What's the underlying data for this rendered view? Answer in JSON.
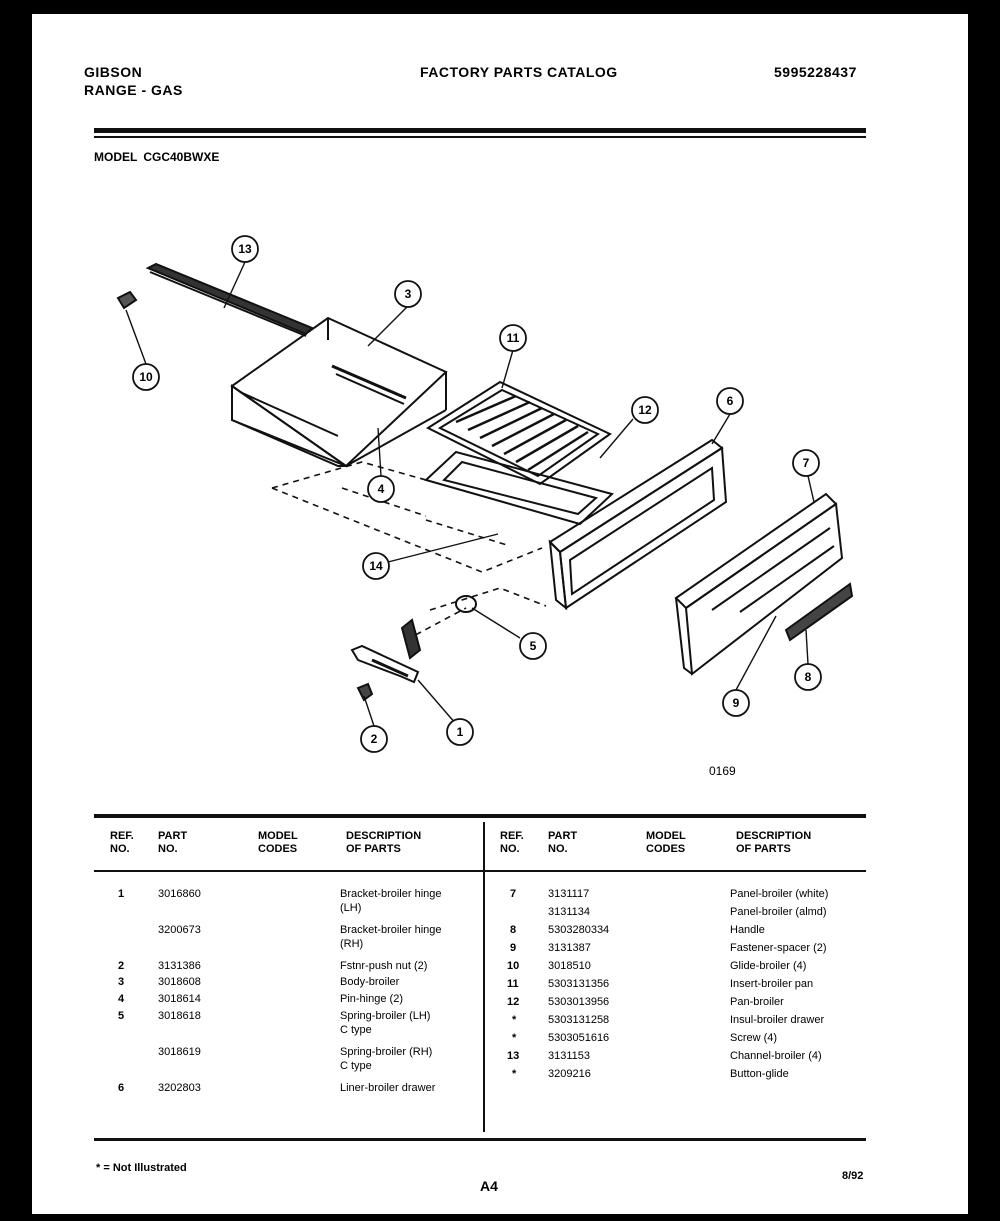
{
  "header": {
    "brand": "GIBSON",
    "product": "RANGE - GAS",
    "catalog_title": "FACTORY PARTS CATALOG",
    "catalog_number": "5995228437"
  },
  "model": {
    "label": "MODEL",
    "value": "CGC40BWXE"
  },
  "diagram": {
    "figure_code": "0169",
    "callouts": [
      "13",
      "3",
      "10",
      "11",
      "4",
      "12",
      "6",
      "7",
      "14",
      "5",
      "9",
      "8",
      "2",
      "1"
    ]
  },
  "table": {
    "headers": {
      "ref": [
        "REF.",
        "NO."
      ],
      "part": [
        "PART",
        "NO."
      ],
      "model": [
        "MODEL",
        "CODES"
      ],
      "desc": [
        "DESCRIPTION",
        "OF PARTS"
      ]
    },
    "left_rows": [
      {
        "ref": "1",
        "part": "3016860",
        "desc": [
          "Bracket-broiler hinge",
          "(LH)"
        ]
      },
      {
        "ref": "",
        "part": "3200673",
        "desc": [
          "Bracket-broiler hinge",
          "(RH)"
        ]
      },
      {
        "ref": "2",
        "part": "3131386",
        "desc": [
          "Fstnr-push nut (2)"
        ]
      },
      {
        "ref": "3",
        "part": "3018608",
        "desc": [
          "Body-broiler"
        ]
      },
      {
        "ref": "4",
        "part": "3018614",
        "desc": [
          "Pin-hinge (2)"
        ]
      },
      {
        "ref": "5",
        "part": "3018618",
        "desc": [
          "Spring-broiler (LH)",
          "C type"
        ]
      },
      {
        "ref": "",
        "part": "3018619",
        "desc": [
          "Spring-broiler (RH)",
          "C type"
        ]
      },
      {
        "ref": "6",
        "part": "3202803",
        "desc": [
          "Liner-broiler drawer"
        ]
      }
    ],
    "right_rows": [
      {
        "ref": "7",
        "part": "3131117",
        "desc": "Panel-broiler (white)"
      },
      {
        "ref": "",
        "part": "3131134",
        "desc": "Panel-broiler (almd)"
      },
      {
        "ref": "8",
        "part": "5303280334",
        "desc": "Handle"
      },
      {
        "ref": "9",
        "part": "3131387",
        "desc": "Fastener-spacer (2)"
      },
      {
        "ref": "10",
        "part": "3018510",
        "desc": "Glide-broiler (4)"
      },
      {
        "ref": "11",
        "part": "5303131356",
        "desc": "Insert-broiler pan"
      },
      {
        "ref": "12",
        "part": "5303013956",
        "desc": "Pan-broiler"
      },
      {
        "ref": "*",
        "part": "5303131258",
        "desc": "Insul-broiler drawer"
      },
      {
        "ref": "*",
        "part": "5303051616",
        "desc": "Screw (4)"
      },
      {
        "ref": "13",
        "part": "3131153",
        "desc": "Channel-broiler (4)"
      },
      {
        "ref": "*",
        "part": "3209216",
        "desc": "Button-glide"
      }
    ]
  },
  "footer": {
    "note": "* = Not Illustrated",
    "page": "A4",
    "date": "8/92"
  }
}
